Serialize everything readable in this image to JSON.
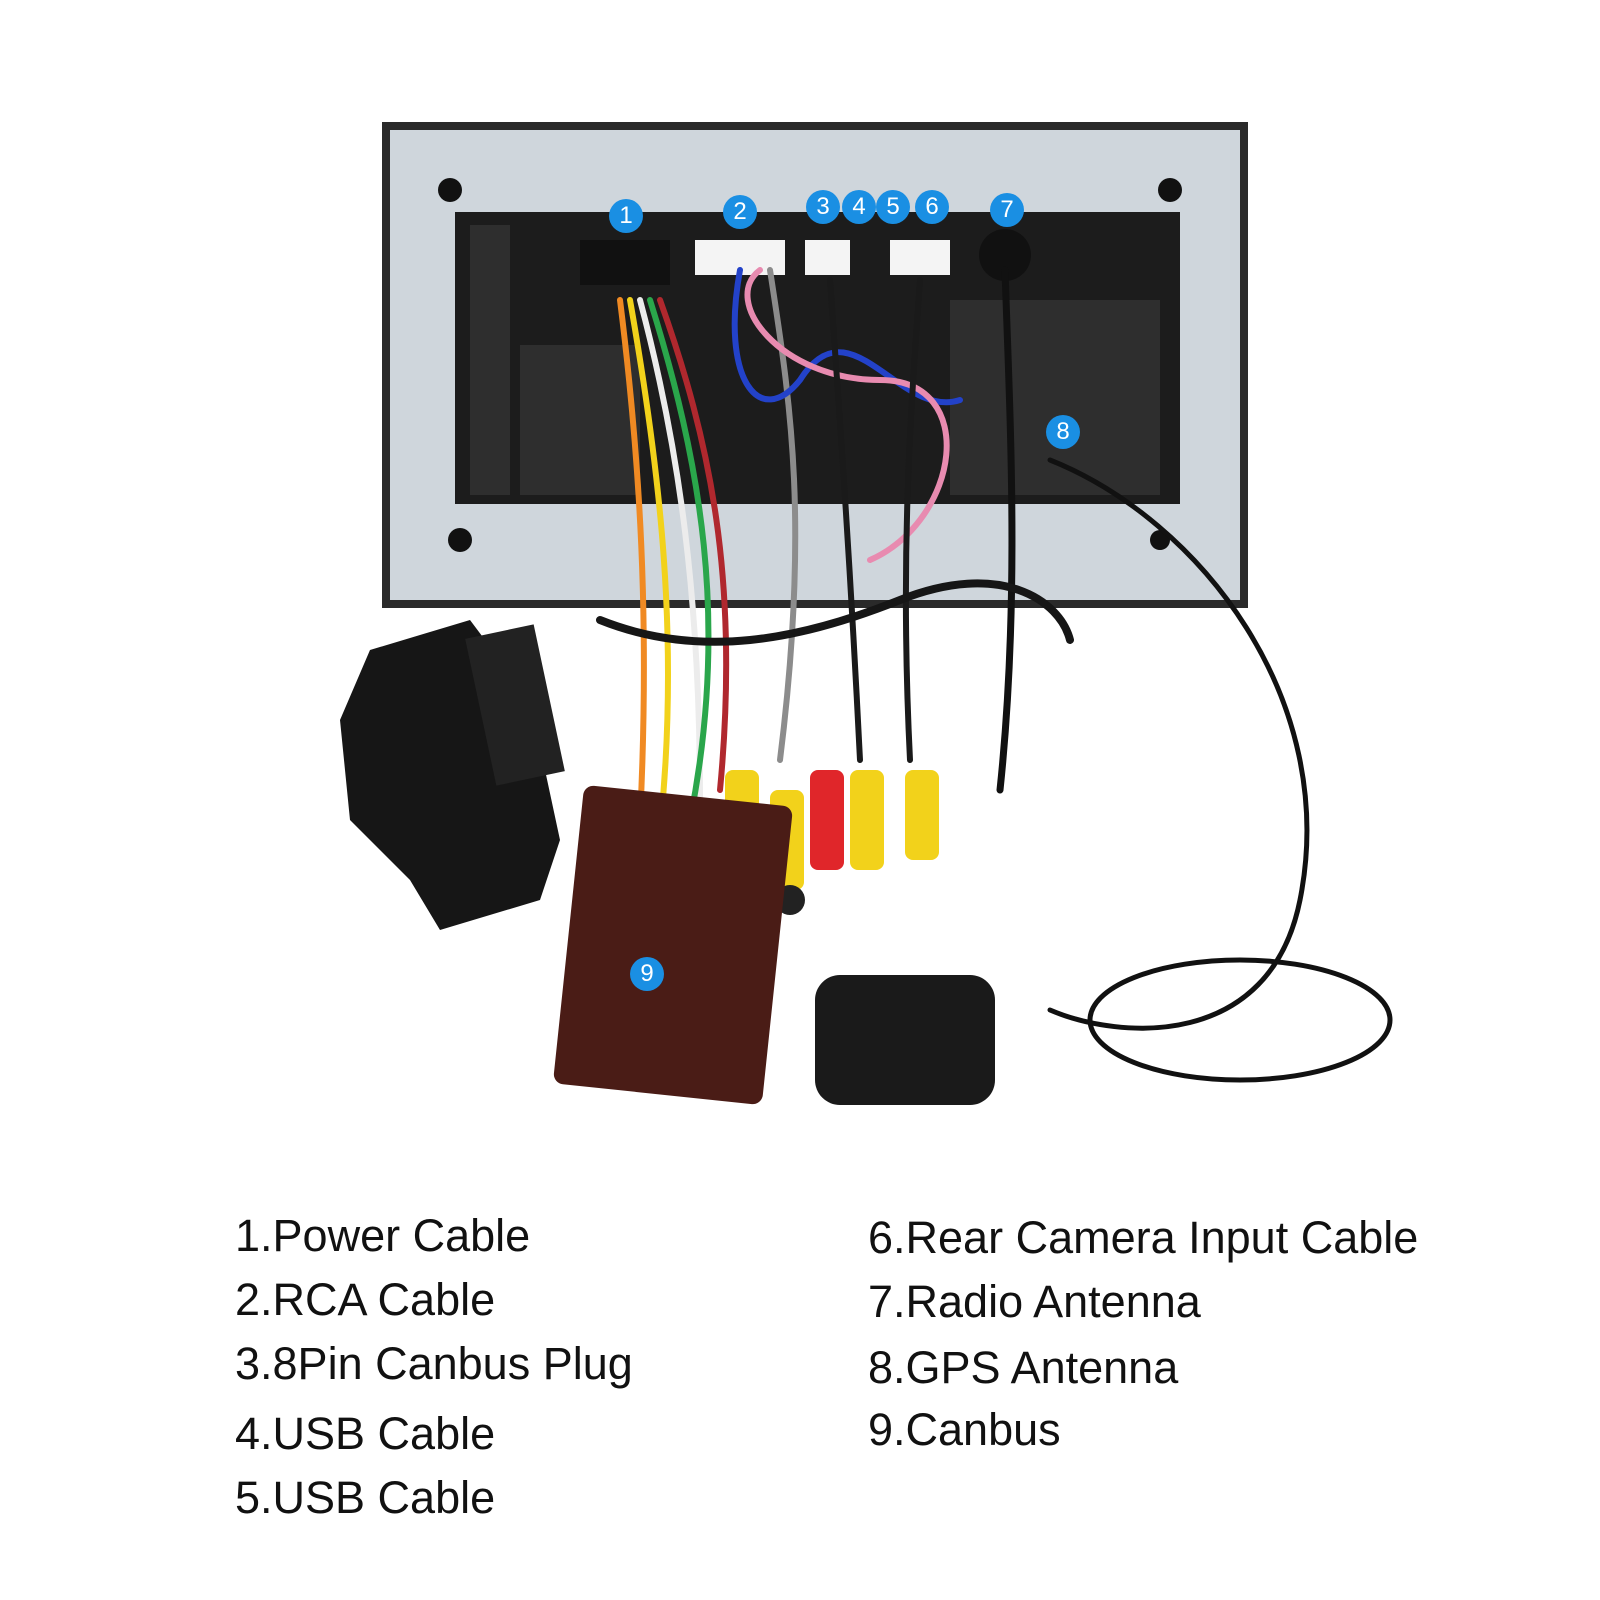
{
  "badges": [
    "1",
    "2",
    "3",
    "4",
    "5",
    "6",
    "7",
    "8",
    "9"
  ],
  "legend": {
    "left": [
      "1.Power Cable",
      "2.RCA Cable",
      "3.8Pin Canbus Plug",
      "4.USB Cable",
      "5.USB Cable"
    ],
    "right": [
      "6.Rear Camera Input Cable",
      "7.Radio Antenna",
      "8.GPS Antenna",
      "9.Canbus"
    ]
  },
  "colors": {
    "badge": "#1a8fe3",
    "panel": "#cfd6dc",
    "unit": "#1c1c1c",
    "canbus_box": "#4a1c16",
    "rca_yellow": "#f2d21b",
    "rca_red": "#e0262a"
  }
}
